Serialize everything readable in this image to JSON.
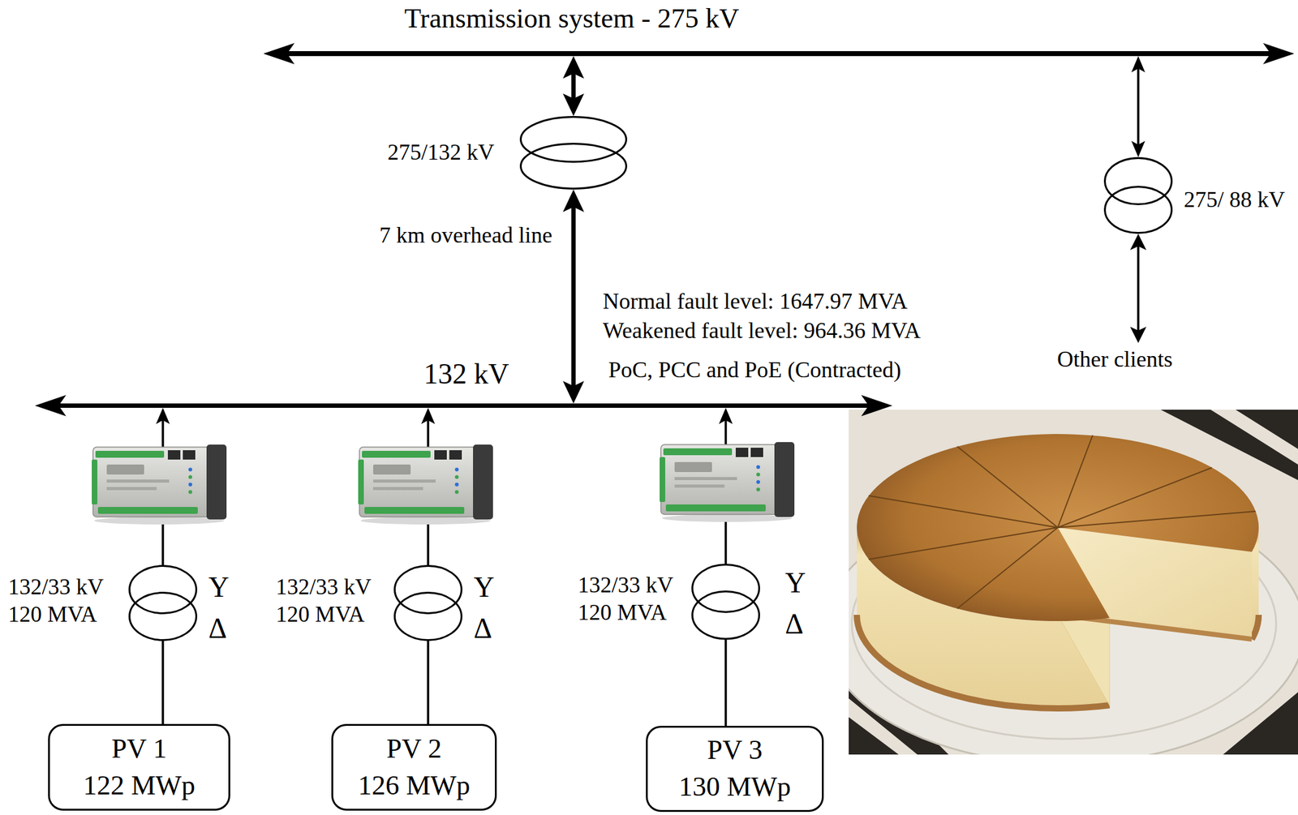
{
  "diagram": {
    "nodes": [
      {
        "text": [
          "Transmission system - 275 kV"
        ]
      },
      {
        "text": [
          "275/132 kV"
        ]
      },
      {
        "text": [
          "275/ 88 kV"
        ]
      },
      {
        "text": [
          "132 kV"
        ]
      },
      {
        "text": [
          "132/33 kV 120 MVA",
          "Y",
          "Δ"
        ]
      },
      {
        "text": [
          "132/33 kV 120 MVA",
          "Y",
          "Δ"
        ]
      },
      {
        "text": [
          "132/33 kV 120 MVA",
          "Y",
          "Δ"
        ]
      },
      {
        "text": [
          "PV 1",
          "122 MWp"
        ]
      },
      {
        "text": [
          "PV 2",
          "126 MWp"
        ]
      },
      {
        "text": [
          "PV 3",
          "130 MWp"
        ]
      }
    ],
    "edges": [
      {
        "from": 0,
        "to": 1,
        "arrow": "both"
      },
      {
        "from": 0,
        "to": 2,
        "arrow": "both"
      },
      {
        "from": 3,
        "to": 1,
        "arrow": "both",
        "label": "7 km overhead line"
      },
      {
        "from": 4,
        "to": 3,
        "arrow": "to"
      },
      {
        "from": 5,
        "to": 3,
        "arrow": "to"
      },
      {
        "from": 6,
        "to": 3,
        "arrow": "to"
      },
      {
        "from": 7,
        "to": 4,
        "arrow": "none"
      },
      {
        "from": 8,
        "to": 5,
        "arrow": "none"
      },
      {
        "from": 9,
        "to": 6,
        "arrow": "none"
      }
    ],
    "labels": [
      "Normal fault level: 1647.97 MVA",
      "Weakened fault level: 964.36 MVA",
      "PoC, PCC and PoE (Contracted)",
      "Other clients"
    ]
  }
}
